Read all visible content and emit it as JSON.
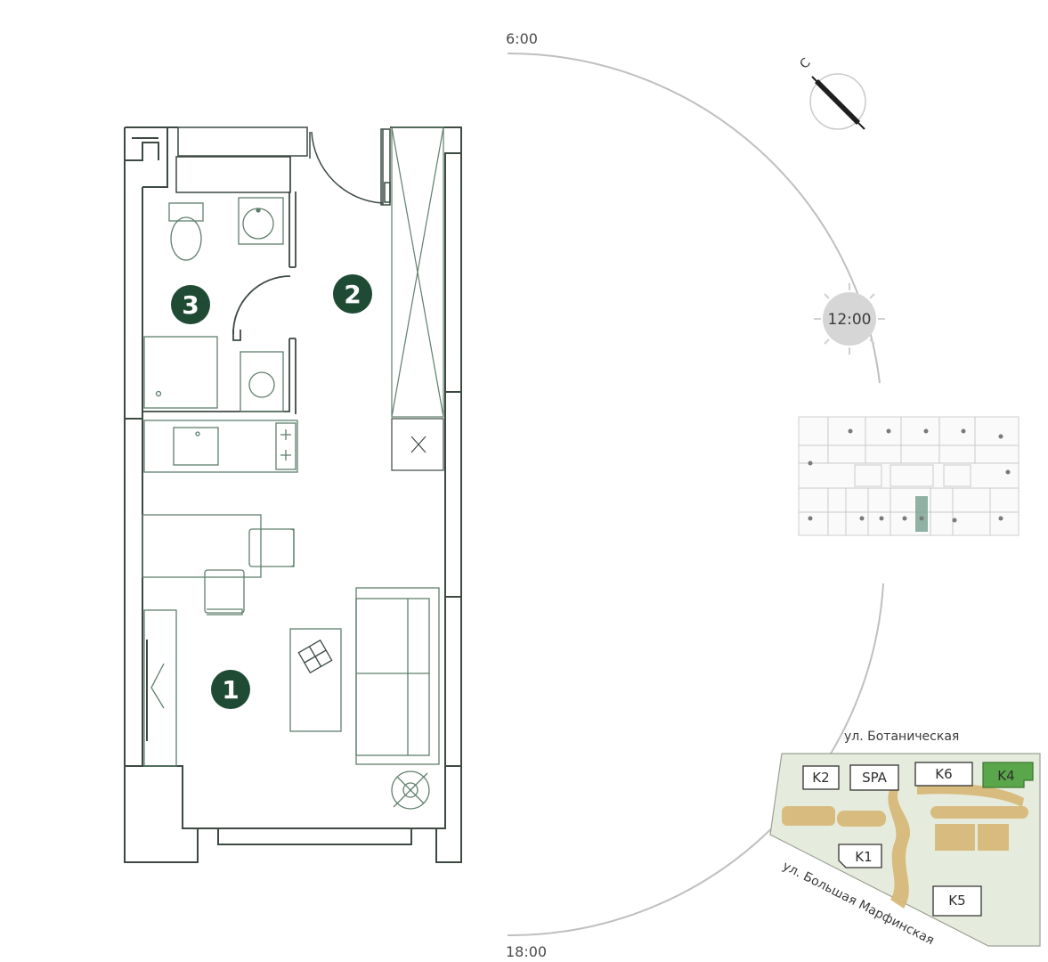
{
  "sun_path": {
    "morning_label": "6:00",
    "noon_label": "12:00",
    "evening_label": "18:00"
  },
  "compass": {
    "north_label": "С"
  },
  "rooms": [
    {
      "number": "1"
    },
    {
      "number": "2"
    },
    {
      "number": "3"
    }
  ],
  "site_plan": {
    "street_top": "ул. Ботаническая",
    "street_bottom": "ул. Большая Марфинская",
    "buildings": [
      "K2",
      "SPA",
      "K6",
      "K4",
      "K1",
      "K5"
    ],
    "highlighted_building": "K4"
  },
  "colors": {
    "room_marker": "#1f4a33",
    "plan_line": "#3c4a42",
    "fixture_line": "#5f7f6c",
    "highlight": "#5aa64a",
    "site_path": "#d8b97a",
    "site_ground": "#e6ecdd"
  }
}
